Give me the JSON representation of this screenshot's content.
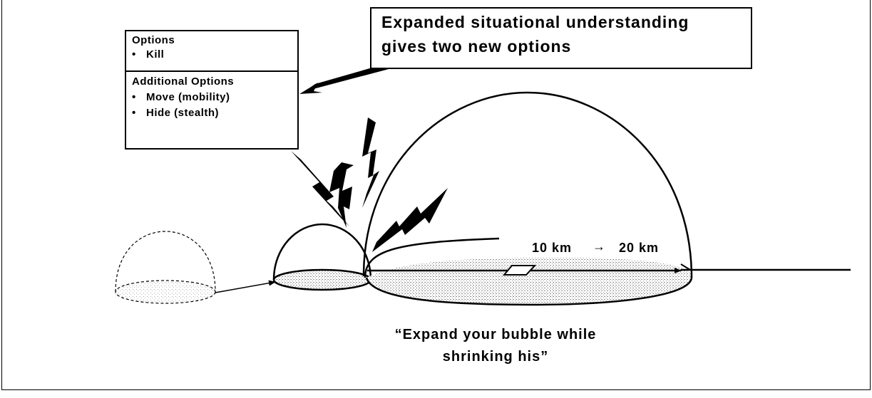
{
  "options_box": {
    "heading": "Options",
    "items": [
      "Kill"
    ],
    "additional_heading": "Additional Options",
    "additional_items": [
      "Move (mobility)",
      "Hide (stealth)"
    ],
    "bullet": "•"
  },
  "callout": {
    "line1": "Expanded situational understanding",
    "line2": "gives two new options"
  },
  "range": {
    "from": "10 km",
    "arrow": "→",
    "to": "20 km"
  },
  "quote": {
    "line1": "“Expand your bubble while",
    "line2": "shrinking his”"
  },
  "colors": {
    "line": "#000000",
    "stipple_fill": "#c9c9c9",
    "background": "#ffffff"
  }
}
